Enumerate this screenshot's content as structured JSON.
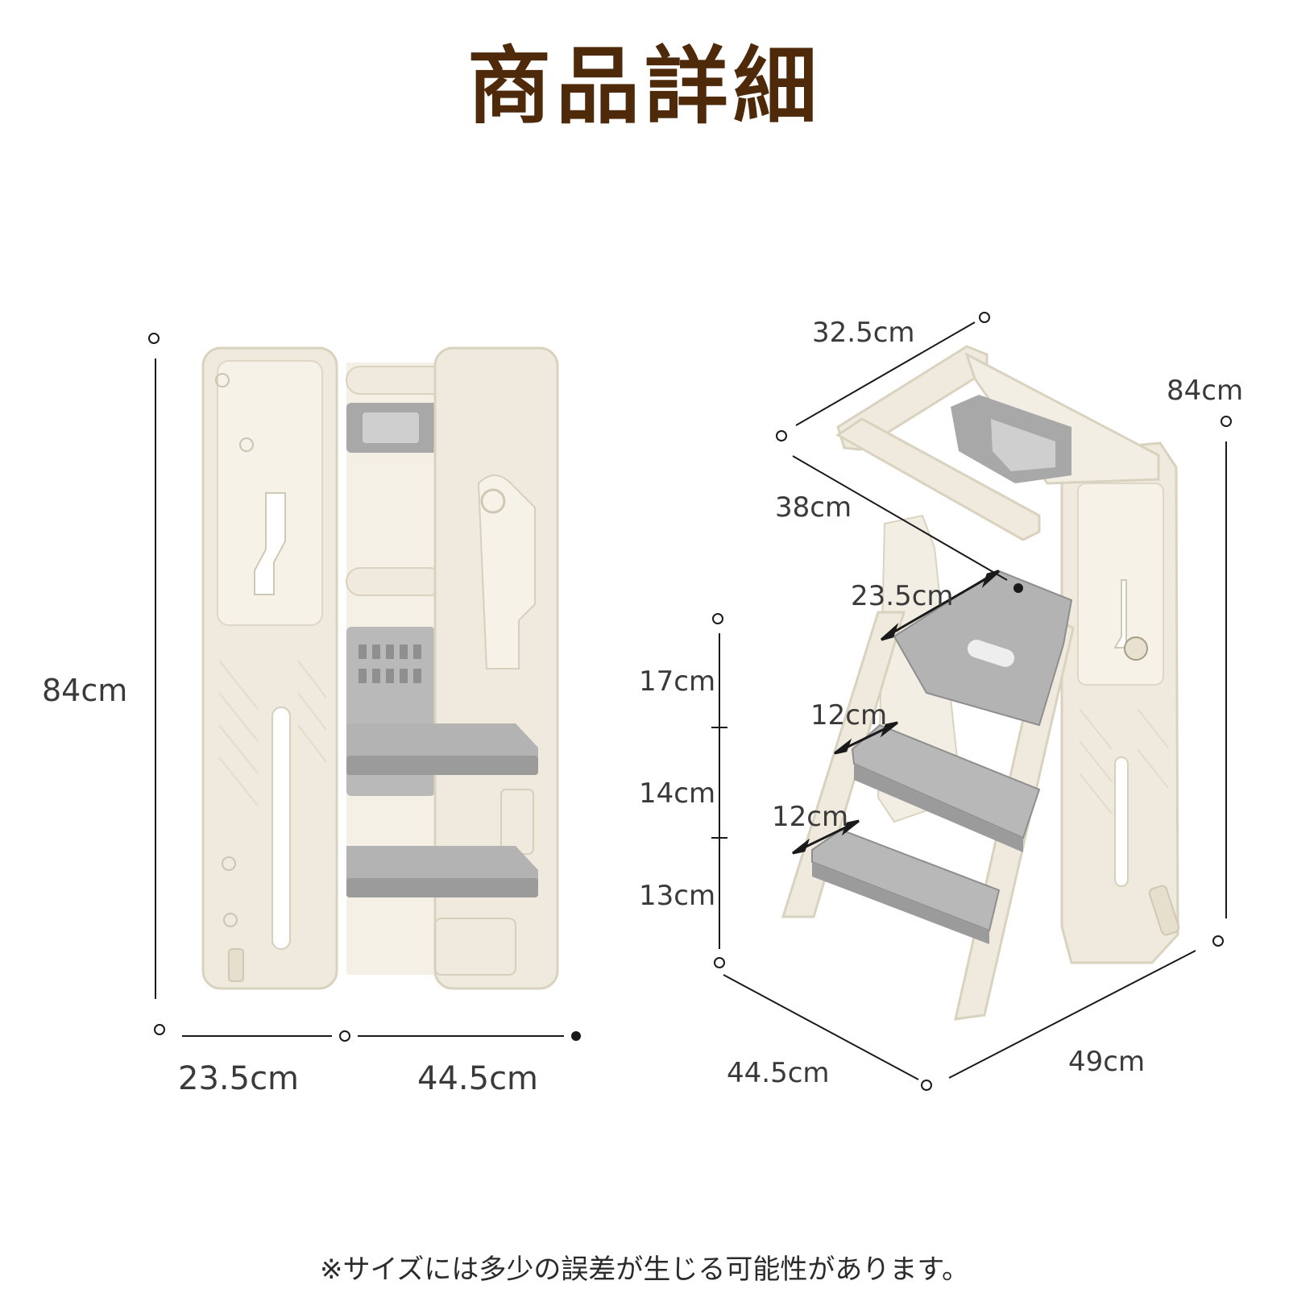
{
  "title": "商品詳細",
  "folded_view": {
    "height": "84cm",
    "depth": "23.5cm",
    "width": "44.5cm"
  },
  "open_view": {
    "top_width": "32.5cm",
    "height": "84cm",
    "diagonal": "38cm",
    "step_depth_top": "23.5cm",
    "step_depth_middle": "12cm",
    "step_depth_bottom": "12cm",
    "step_gap_top": "17cm",
    "step_gap_middle": "14cm",
    "step_gap_bottom": "13cm",
    "base_depth": "44.5cm",
    "base_width": "49cm"
  },
  "note": "※サイズには多少の誤差が生じる可能性があります。",
  "colors": {
    "title": "#4e2a0b",
    "frame": "#efeadd",
    "frame_edge": "#d9d2bf",
    "step": "#a9a9a9",
    "step_dark": "#8e8e8e",
    "dim_line": "#1a1a1a"
  }
}
